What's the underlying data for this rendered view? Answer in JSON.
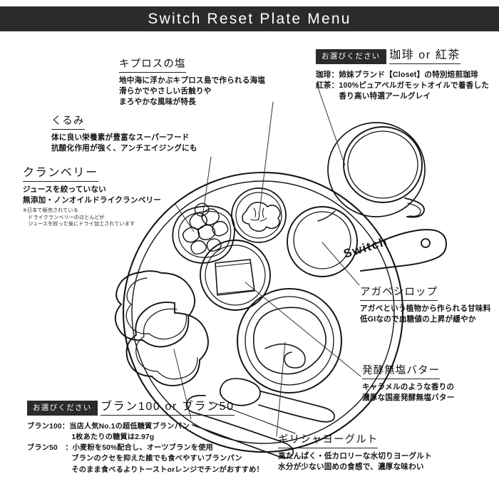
{
  "header": {
    "title": "Switch Reset Plate Menu"
  },
  "illustration": {
    "board_label": "Switch",
    "items": [
      "cranberry-dish",
      "walnut-dish",
      "agave-bowl",
      "butter-dish",
      "toast-slices",
      "yogurt-bowl",
      "spoon",
      "knife",
      "coffee-cup",
      "saucer"
    ]
  },
  "annotations": {
    "salt": {
      "title": "キプロスの塩",
      "body": "地中海に浮かぶキプロス島で作られる海塩\n滑らかでやさしい舌触りや\nまろやかな風味が特長"
    },
    "walnut": {
      "title": "くるみ",
      "body": "体に良い栄養素が豊富なスーパーフード\n抗酸化作用が強く、アンチエイジングにも"
    },
    "cranberry": {
      "title": "クランベリー",
      "body": "ジュースを絞っていない\n無添加・ノンオイルドライクランベリー",
      "note": "※日本で販売されている\n　ドライクランベリーのほとんどが\n　ジュースを絞った後にドライ加工されています"
    },
    "drink": {
      "badge": "お選びください",
      "title": "珈琲 or 紅茶",
      "body": "珈琲：姉妹ブランド【Closet】の特別焙煎珈琲\n紅茶：100%ピュアベルガモットオイルで着香した\n　　　香り高い特選アールグレイ"
    },
    "agave": {
      "title": "アガベシロップ",
      "body": "アガベという植物から作られる甘味料\n低GIなので血糖値の上昇が緩やか"
    },
    "butter": {
      "title": "発酵無塩バター",
      "body": "キャラメルのような香りの\n濃厚な国産発酵無塩バター"
    },
    "yogurt": {
      "title": "ギリシャヨーグルト",
      "body": "高たんぱく・低カロリーな水切りヨーグルト\n水分が少ない固めの食感で、濃厚な味わい"
    },
    "bran": {
      "badge": "お選びください",
      "title": "ブラン100 or ブラン50",
      "body": "ブラン100：当店人気No.1の超低糖質ブランパン\n　　　　　　1枚あたりの糖質は2.97g\nブラン50　：小麦粉を50%配合し、オーツブランを使用\n　　　　　　ブランのクセを抑えた誰でも食べやすいブランパン\n　　　　　　そのまま食べるよりトーストorレンジでチンがおすすめ！"
    }
  },
  "colors": {
    "header_bg": "#2b2b2b",
    "header_text": "#ffffff",
    "ink": "#141414",
    "paper": "#ffffff"
  }
}
